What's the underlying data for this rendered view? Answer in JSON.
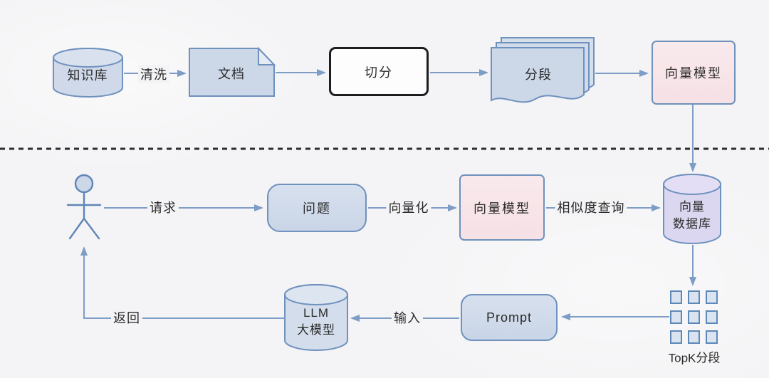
{
  "colors": {
    "node_blue_fill": "#cfd9e9",
    "node_border_blue": "#6e91bd",
    "node_pink_fill": "#f8e4e7",
    "node_purple_fill": "#dcd7f0",
    "arrow_color": "#7d9cc6",
    "split_box_border": "#1d1d1f",
    "divider_color": "#2e2b2d",
    "text_color": "#2b2b2b"
  },
  "top_flow": {
    "knowledge_base_label": "知识库",
    "clean_label": "清洗",
    "document_label": "文档",
    "split_label": "切分",
    "segments_label": "分段",
    "vector_model_label": "向量模型"
  },
  "bottom_flow": {
    "request_label": "请求",
    "question_label": "问题",
    "vectorize_label": "向量化",
    "vector_model_label": "向量模型",
    "similarity_label": "相似度查询",
    "vector_db_label_line1": "向量",
    "vector_db_label_line2": "数据库",
    "topk_label": "TopK分段",
    "prompt_label": "Prompt",
    "input_label": "输入",
    "llm_label_line1": "LLM",
    "llm_label_line2": "大模型",
    "return_label": "返回"
  }
}
